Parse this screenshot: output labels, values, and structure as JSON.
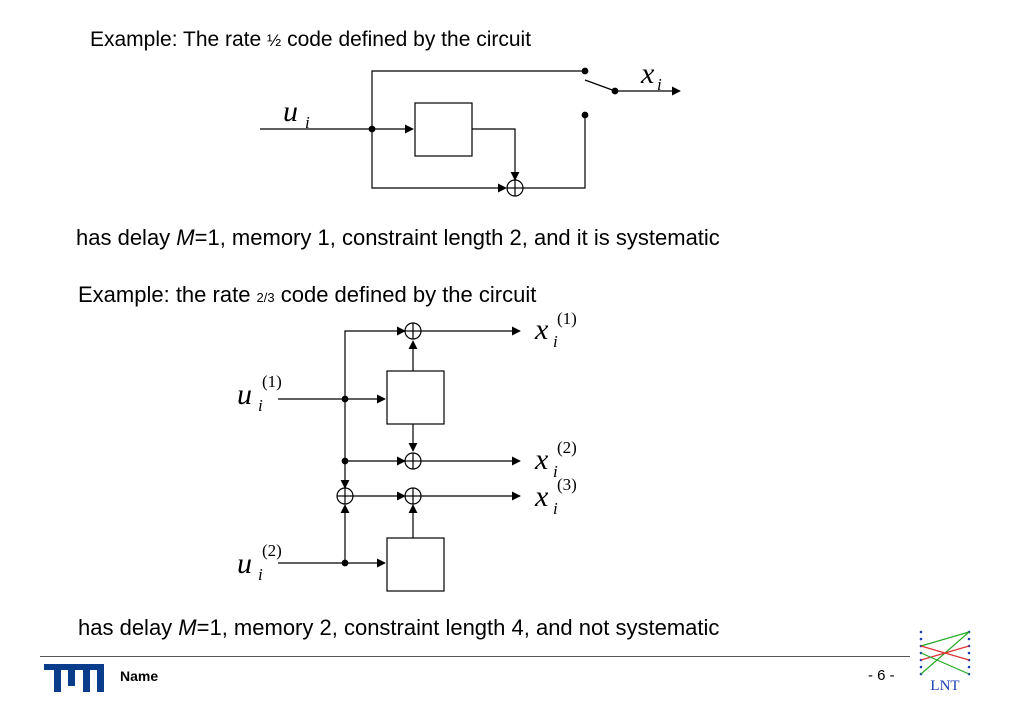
{
  "example1": {
    "title_pre": "Example: The rate ",
    "title_frac": "½",
    "title_post": " code defined by the circuit",
    "input_sym": "u",
    "input_sub": "i",
    "output_sym": "x",
    "output_sub": "i",
    "caption_pre": "has delay ",
    "caption_M": "M",
    "caption_post": "=1, memory 1, constraint length 2, and it is systematic"
  },
  "example2": {
    "title_pre": "Example: the rate ",
    "title_frac": "2/3",
    "title_post": " code defined by the circuit",
    "in1_sym": "u",
    "in1_sub": "i",
    "in1_sup": "(1)",
    "in2_sym": "u",
    "in2_sub": "i",
    "in2_sup": "(2)",
    "out1_sym": "x",
    "out1_sub": "i",
    "out1_sup": "(1)",
    "out2_sym": "x",
    "out2_sub": "i",
    "out2_sup": "(2)",
    "out3_sym": "x",
    "out3_sub": "i",
    "out3_sup": "(3)",
    "caption_pre": "has delay ",
    "caption_M": "M",
    "caption_post": "=1, memory 2, constraint length 4, and not systematic"
  },
  "footer": {
    "name": "Name",
    "page": "- 6 -",
    "lnt_label": "LNT"
  },
  "colors": {
    "tum_blue": "#0a3c8c",
    "lnt_blue": "#1a3cb4",
    "lnt_green": "#22aa22",
    "lnt_red": "#dd3333"
  }
}
